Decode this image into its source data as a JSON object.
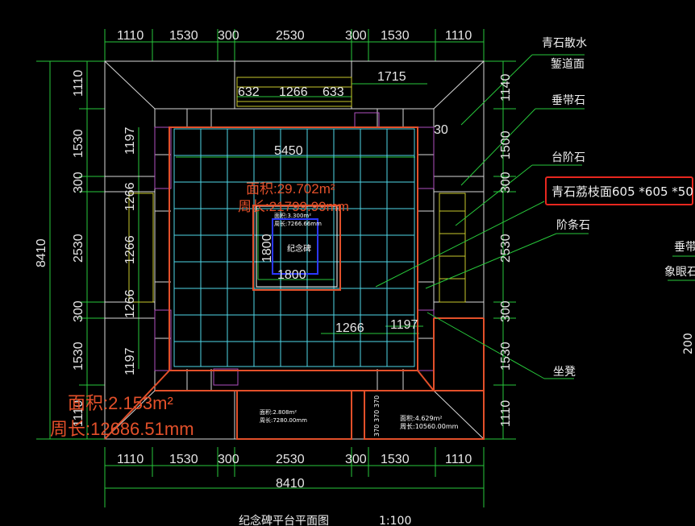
{
  "dims": {
    "top": [
      "1110",
      "1530",
      "300",
      "2530",
      "300",
      "1530",
      "1110"
    ],
    "bottom": [
      "1110",
      "1530",
      "300",
      "2530",
      "300",
      "1530",
      "1110"
    ],
    "bottom_total": "8410",
    "left": [
      "1110",
      "1530",
      "300",
      "2530",
      "300",
      "1530",
      "1110"
    ],
    "left_total": "8410",
    "left_inner": [
      "1197",
      "1266",
      "1266",
      "1266",
      "1197"
    ],
    "right": [
      "1140",
      "1500",
      "300",
      "2530",
      "300",
      "1530",
      "1110"
    ],
    "step": [
      "632",
      "1266",
      "633"
    ],
    "step_right": "1715",
    "inner_width": "5450",
    "monument": [
      "1800",
      "1800"
    ],
    "small_a": "1266",
    "small_b": "1197",
    "small_c": "30",
    "stair_dims": [
      "370",
      "370",
      "370"
    ]
  },
  "annotations": {
    "bluestone_apron": [
      "青石散水",
      "錾道面"
    ],
    "curb": "垂带石",
    "step_stone": "台阶石",
    "paving": "青石荔枝面605 *605 *50",
    "strip": "阶条石",
    "seat": "坐凳",
    "right_cut_1": "垂带",
    "right_cut_2": "象眼石",
    "right_cut_3": "200"
  },
  "areas": {
    "main": [
      "面积:29.702m²",
      "周长:21799.99mm"
    ],
    "monument": [
      "面积:3.300m²",
      "周长:7266.66mm"
    ],
    "monument_name": "纪念碑",
    "outer": [
      "面积:2.153m²",
      "周长:12686.51mm"
    ],
    "bottom_mid": [
      "面积:2.808m²",
      "周长:7280.00mm"
    ],
    "bottom_right": [
      "面积:4.629m²",
      "周长:10560.00mm"
    ]
  },
  "title": "纪念碑平台平面图",
  "scale": "1:100",
  "colors": {
    "orange": "#e3502a",
    "green": "#27c83b",
    "cyan": "#4fd7e8",
    "white": "#e6e6e6",
    "blue": "#2b37ff",
    "highlight": "#e8271f",
    "purple": "#b04fc0"
  }
}
